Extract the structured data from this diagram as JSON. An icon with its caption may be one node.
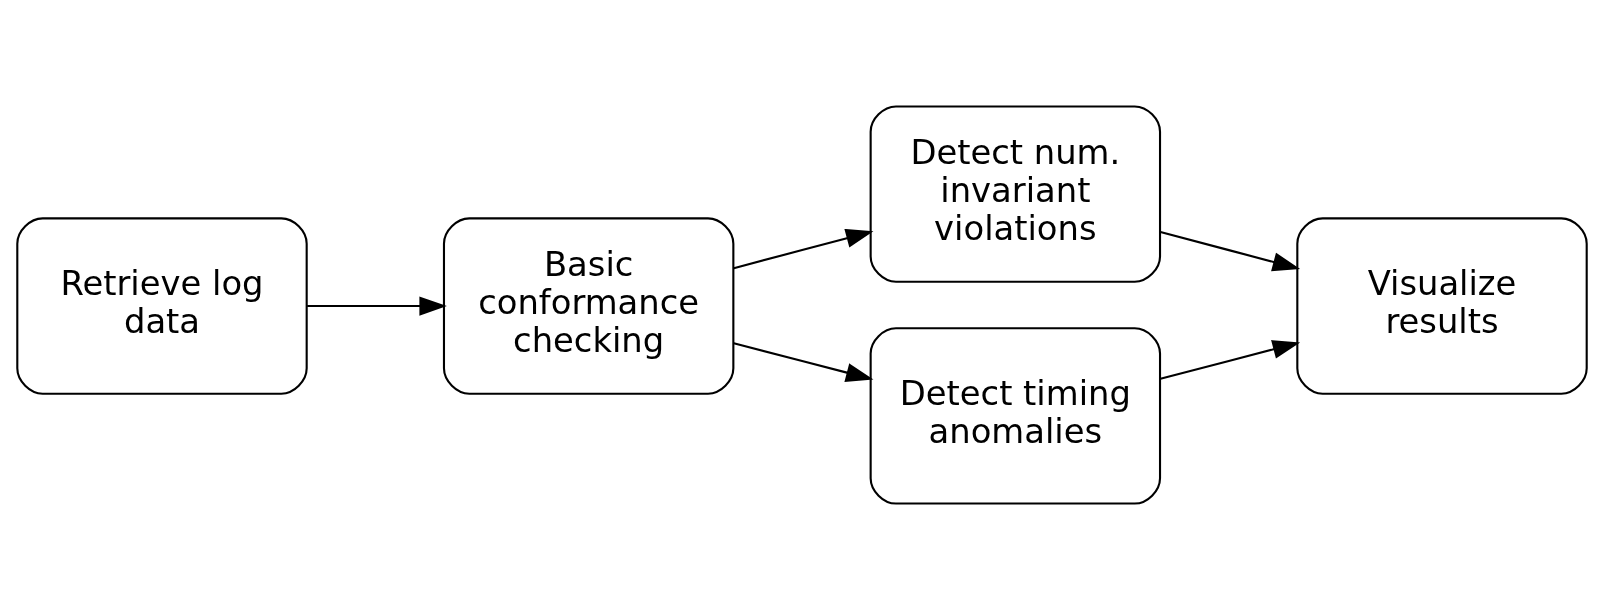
{
  "diagram": {
    "nodes": [
      {
        "text": [
          "Retrieve log data"
        ]
      },
      {
        "text": [
          "Basic conformance checking"
        ]
      },
      {
        "text": [
          "Detect num. invariant violations"
        ]
      },
      {
        "text": [
          "Detect timing anomalies"
        ]
      },
      {
        "text": [
          "Visualize results"
        ]
      }
    ],
    "edges": [
      {
        "from": 0,
        "to": 1,
        "arrow": "to"
      },
      {
        "from": 1,
        "to": 2,
        "arrow": "to"
      },
      {
        "from": 1,
        "to": 3,
        "arrow": "to"
      },
      {
        "from": 2,
        "to": 4,
        "arrow": "to"
      },
      {
        "from": 3,
        "to": 4,
        "arrow": "to"
      }
    ]
  }
}
